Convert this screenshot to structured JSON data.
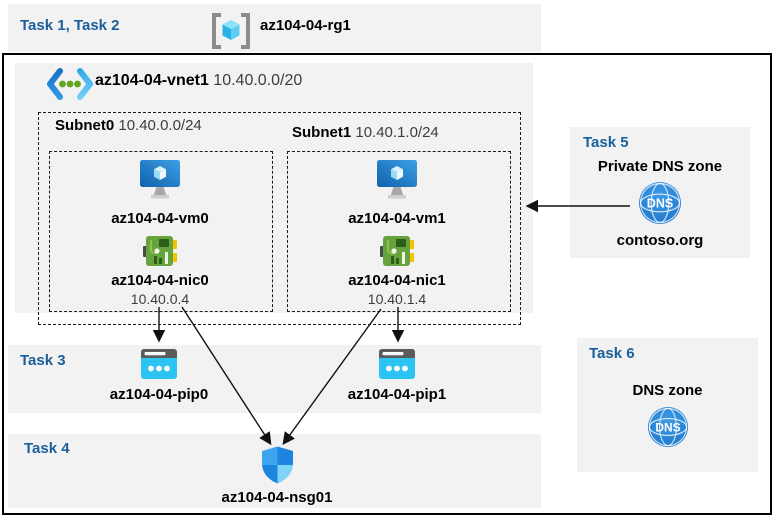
{
  "header": {
    "tasks_label": "Task 1, Task 2",
    "rg_name": "az104-04-rg1"
  },
  "vnet": {
    "name": "az104-04-vnet1",
    "cidr": "10.40.0.0/20"
  },
  "subnets": [
    {
      "name": "Subnet0",
      "cidr": "10.40.0.0/24",
      "vm_name": "az104-04-vm0",
      "nic_name": "az104-04-nic0",
      "nic_ip": "10.40.0.4"
    },
    {
      "name": "Subnet1",
      "cidr": "10.40.1.0/24",
      "vm_name": "az104-04-vm1",
      "nic_name": "az104-04-nic1",
      "nic_ip": "10.40.1.4"
    }
  ],
  "task3": {
    "label": "Task 3",
    "pip0_name": "az104-04-pip0",
    "pip1_name": "az104-04-pip1"
  },
  "task4": {
    "label": "Task 4",
    "nsg_name": "az104-04-nsg01"
  },
  "task5": {
    "label": "Task 5",
    "title": "Private DNS zone",
    "zone_name": "contoso.org"
  },
  "task6": {
    "label": "Task 6",
    "title": "DNS zone"
  },
  "icons": {
    "dns_text": "DNS"
  },
  "colors": {
    "task_label_blue": "#1a5f9b",
    "band_gray": "#f2f2f2",
    "dns_blue": "#2e8ae0",
    "nic_green": "#67a33c",
    "pip_cyan": "#2cc4f3",
    "shield_blue": "#1d84e0"
  }
}
